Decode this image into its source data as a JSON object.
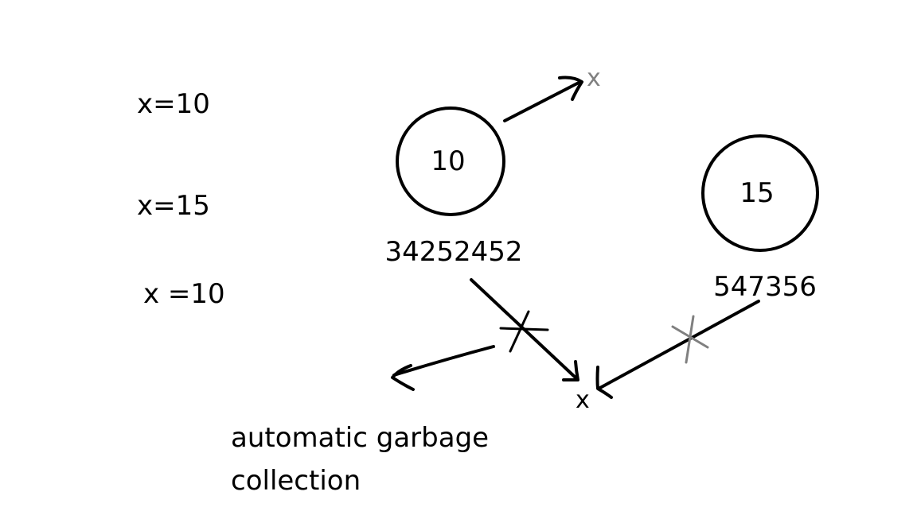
{
  "assignments": [
    "x=10",
    "x=15",
    "x =10"
  ],
  "objects": [
    {
      "value": "10",
      "address": "34252452"
    },
    {
      "value": "15",
      "address": "547356"
    }
  ],
  "variable_top": "x",
  "variable_bottom": "x",
  "gc_label": [
    "automatic garbage",
    "collection"
  ],
  "colors": {
    "ink": "#000000",
    "crossed": "#808080"
  }
}
